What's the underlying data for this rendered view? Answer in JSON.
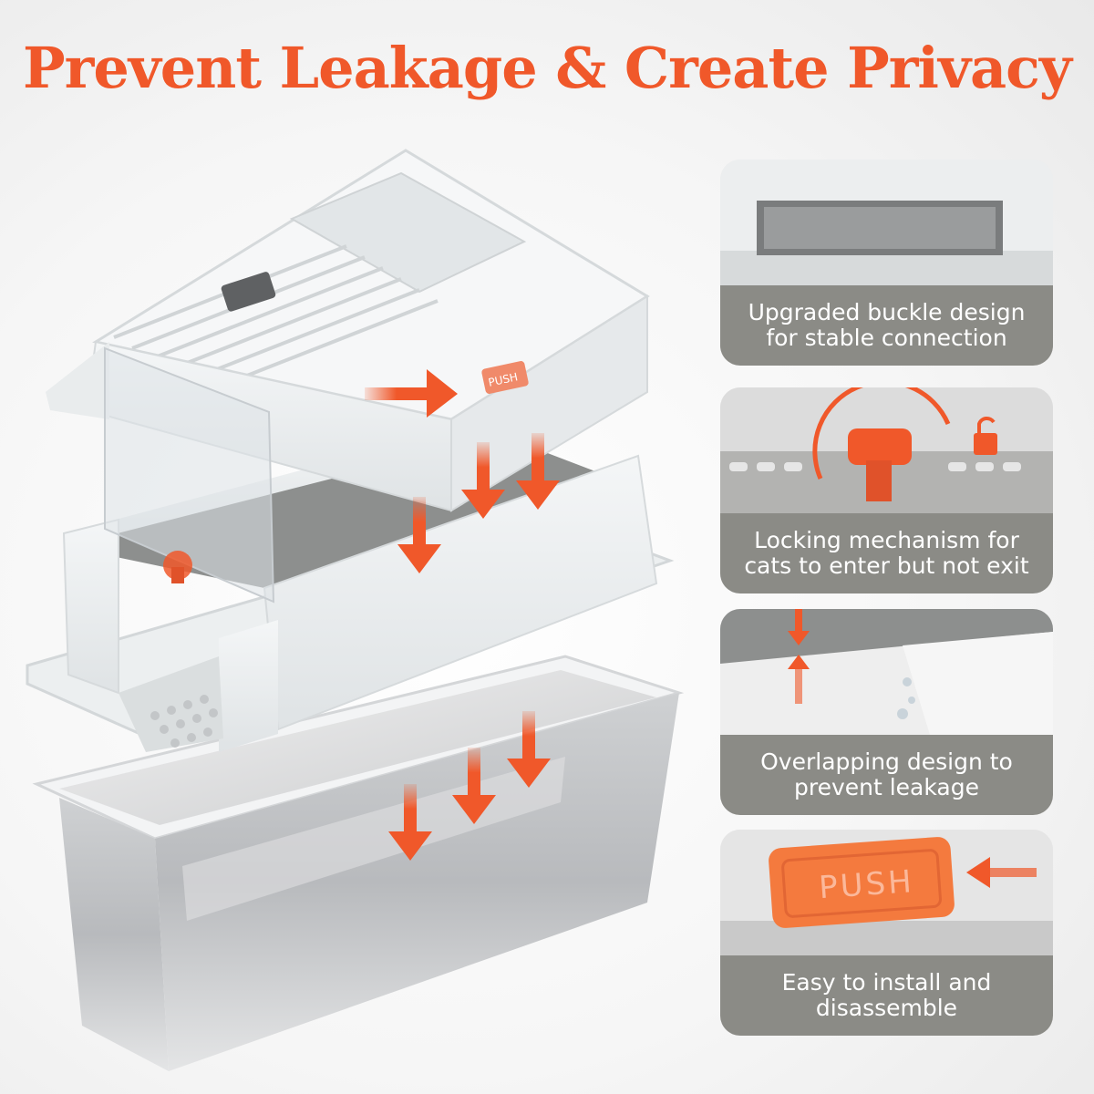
{
  "headline": "Prevent Leakage & Create Privacy",
  "colors": {
    "accent": "#f0582a",
    "caption_bg": "#8b8b86",
    "caption_text": "#ffffff"
  },
  "product": {
    "button_label": "PUSH"
  },
  "features": [
    {
      "caption": "Upgraded buckle design\nfor stable connection",
      "icon": "buckle-slot"
    },
    {
      "caption": "Locking mechanism for\ncats to enter but not exit",
      "icon": "lock-rotate-icon"
    },
    {
      "caption": "Overlapping design to\nprevent leakage",
      "icon": "overlap-arrows-icon"
    },
    {
      "caption": "Easy to install and\ndisassemble",
      "icon": "push-button",
      "button_label": "PUSH"
    }
  ]
}
